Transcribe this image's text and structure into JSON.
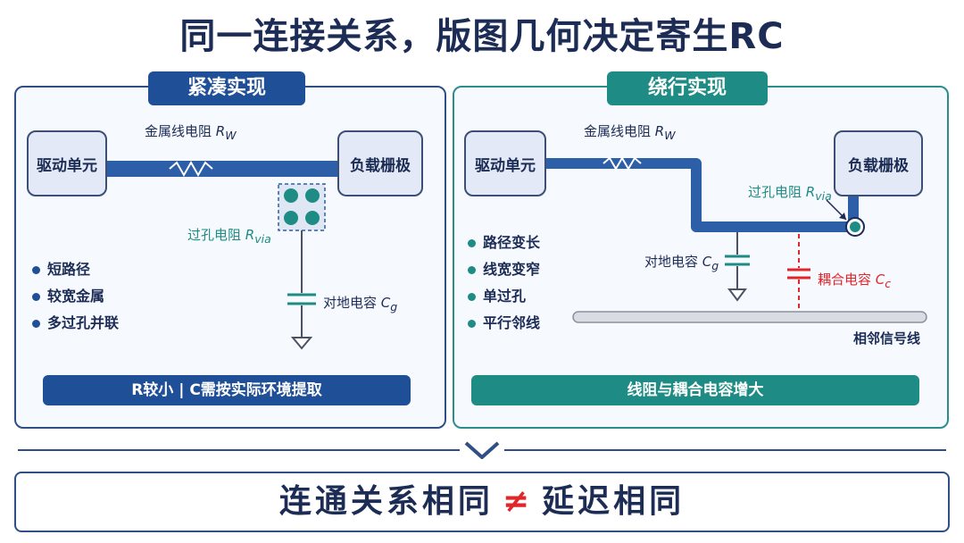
{
  "title": "同一连接关系，版图几何决定寄生RC",
  "left_panel": {
    "tag": "紧凑实现",
    "driver": "驱动单元",
    "load": "负载栅极",
    "metal_res_label": "金属线电阻",
    "metal_res_symbol": "R",
    "metal_res_sub": "W",
    "via_res_label": "过孔电阻",
    "via_res_symbol": "R",
    "via_res_sub": "via",
    "cap_label": "对地电容",
    "cap_symbol": "C",
    "cap_sub": "g",
    "bullets": [
      "短路径",
      "较宽金属",
      "多过孔并联"
    ],
    "bar": "R较小 | C需按实际环境提取"
  },
  "right_panel": {
    "tag": "绕行实现",
    "driver": "驱动单元",
    "load": "负载栅极",
    "metal_res_label": "金属线电阻",
    "metal_res_symbol": "R",
    "metal_res_sub": "W",
    "via_res_label": "过孔电阻",
    "via_res_symbol": "R",
    "via_res_sub": "via",
    "cap_label": "对地电容",
    "cap_symbol": "C",
    "cap_sub": "g",
    "coupling_label": "耦合电容",
    "coupling_symbol": "C",
    "coupling_sub": "c",
    "neighbor_label": "相邻信号线",
    "bullets": [
      "路径变长",
      "线宽变窄",
      "单过孔",
      "平行邻线"
    ],
    "bar": "线阻与耦合电容增大"
  },
  "conclusion": {
    "left": "连通关系相同",
    "neq": "≠",
    "right": "延迟相同"
  },
  "colors": {
    "navy": "#1f4f96",
    "teal": "#1e8c84",
    "red": "#e0262a",
    "wire_left": "#2d5ea8",
    "wire_right": "#2d5ea8"
  }
}
